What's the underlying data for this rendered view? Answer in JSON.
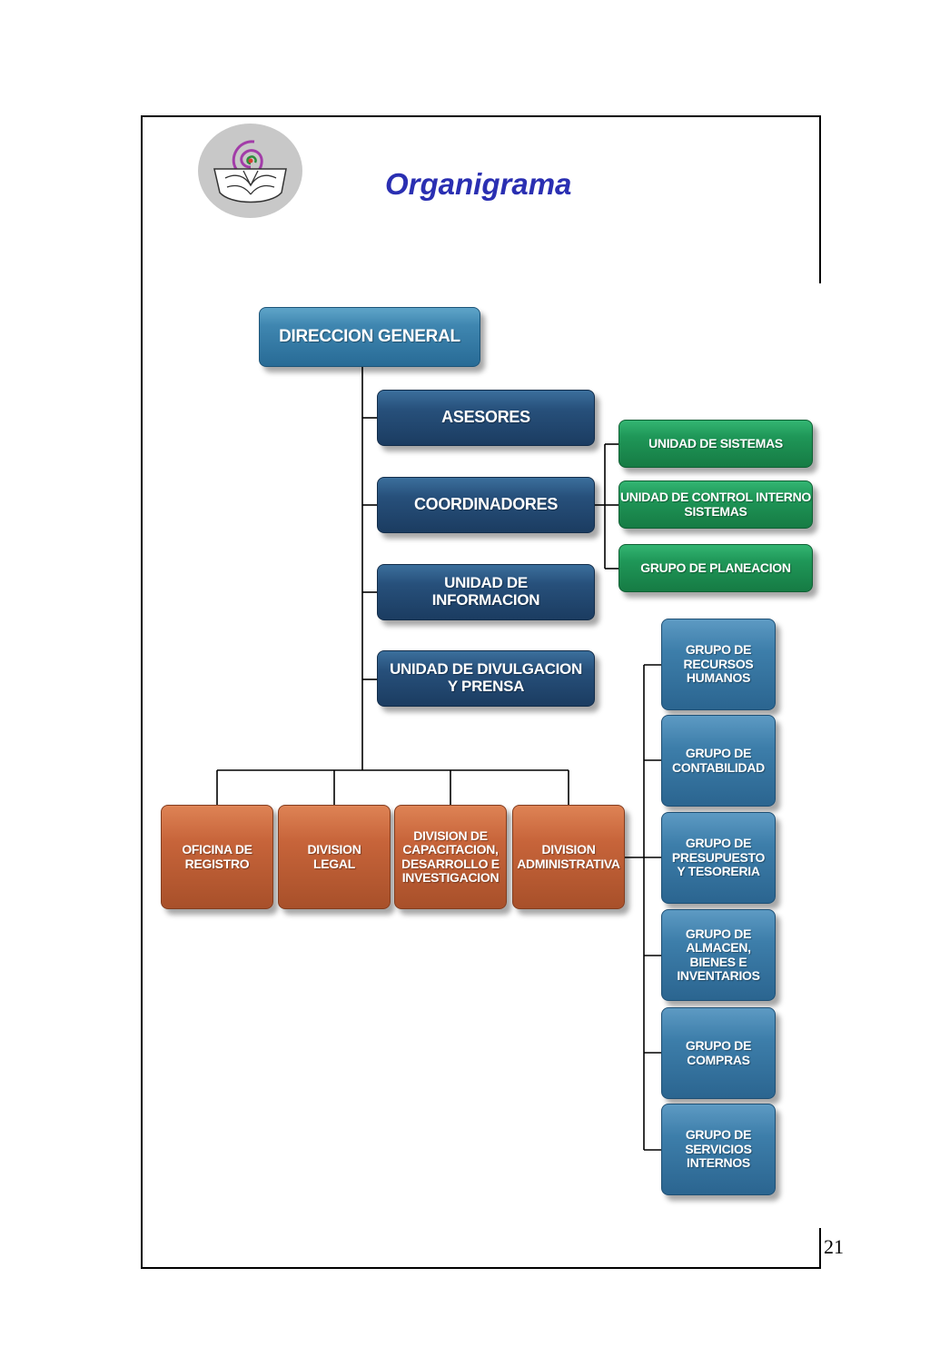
{
  "page": {
    "title": "Organigrama",
    "page_number": "21"
  },
  "logo": {
    "icon": "hands-spiral-emblem-icon"
  },
  "org": {
    "director": "DIRECCION GENERAL",
    "staff_units": [
      "ASESORES",
      "COORDINADORES",
      "UNIDAD DE\nINFORMACION",
      "UNIDAD DE DIVULGACION\nY PRENSA"
    ],
    "coordination_groups": [
      "UNIDAD DE SISTEMAS",
      "UNIDAD DE CONTROL INTERNO\nSISTEMAS",
      "GRUPO DE PLANEACION"
    ],
    "divisions": [
      "OFICINA DE\nREGISTRO",
      "DIVISION\nLEGAL",
      "DIVISION DE\nCAPACITACION,\nDESARROLLO E\nINVESTIGACION",
      "DIVISION\nADMINISTRATIVA"
    ],
    "admin_groups": [
      "GRUPO DE\nRECURSOS\nHUMANOS",
      "GRUPO DE\nCONTABILIDAD",
      "GRUPO DE\nPRESUPUESTO\nY TESORERIA",
      "GRUPO DE\nALMACEN,\nBIENES E\nINVENTARIOS",
      "GRUPO DE\nCOMPRAS",
      "GRUPO DE\nSERVICIOS\nINTERNOS"
    ]
  },
  "colors": {
    "director": "#3f86b0",
    "staff": "#27507b",
    "coordination": "#1f9758",
    "divisions": "#c7643a",
    "admin_groups": "#3d7eaa",
    "title": "#2a2fb2"
  }
}
